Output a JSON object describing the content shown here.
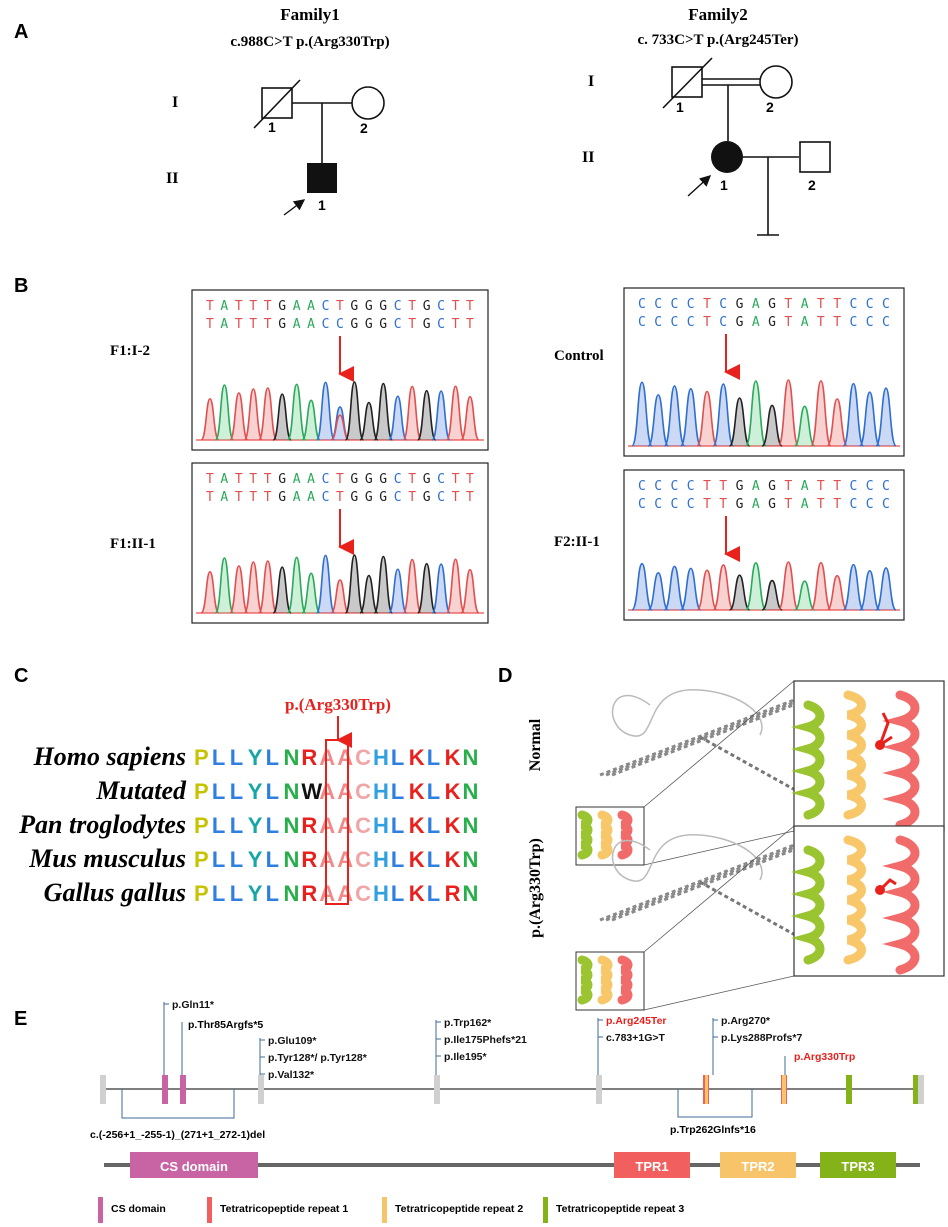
{
  "panel_letters": {
    "a": "A",
    "b": "B",
    "c": "C",
    "d": "D",
    "e": "E"
  },
  "panel_a": {
    "family1": {
      "title": "Family1",
      "variant": "c.988C>T  p.(Arg330Trp)",
      "gen1": "I",
      "gen2": "II",
      "i1": "1",
      "i2": "2",
      "ii1": "1"
    },
    "family2": {
      "title": "Family2",
      "variant": "c. 733C>T  p.(Arg245Ter)",
      "gen1": "I",
      "gen2": "II",
      "i1": "1",
      "i2": "2",
      "ii1": "1",
      "ii2": "2"
    }
  },
  "panel_b": {
    "f1_i2": {
      "label": "F1:I-2",
      "seq1": "TATTTGAACTGGGCTGCTT",
      "seq2": "TATTTGAACCGGGCTGCTT"
    },
    "f1_ii1": {
      "label": "F1:II-1",
      "seq1": "TATTTGAACTGGGCTGCTT",
      "seq2": "TATTTGAACTGGGCTGCTT"
    },
    "control": {
      "label": "Control",
      "seq1": "CCCCTCGAGTATTCCC",
      "seq2": "CCCCTCGAGTATTCCC"
    },
    "f2_ii1": {
      "label": "F2:II-1",
      "seq1": "CCCCTTGAGTATTCCC",
      "seq2": "CCCCTTGAGTATTCCC"
    }
  },
  "panel_c": {
    "variant_label": "p.(Arg330Trp)",
    "rows": [
      {
        "species": "Homo sapiens",
        "seq": "PLLYLNRAACHLKLKN"
      },
      {
        "species": "Mutated",
        "seq": "PLLYLNWAACHLKLKN"
      },
      {
        "species": "Pan troglodytes",
        "seq": "PLLYLNRAACHLKLKN"
      },
      {
        "species": "Mus musculus",
        "seq": "PLLYLNRAACHLKLKN"
      },
      {
        "species": "Gallus gallus",
        "seq": "PLLYLNRAACHLKLRN"
      }
    ]
  },
  "panel_d": {
    "normal": "Normal",
    "mutant": "p.(Arg330Trp)"
  },
  "panel_e": {
    "variants": {
      "gln11": "p.Gln11*",
      "thr85": "p.Thr85Argfs*5",
      "glu109": "p.Glu109*",
      "tyr128": "p.Tyr128*/ p.Tyr128*",
      "val132": "p.Val132*",
      "trp162": "p.Trp162*",
      "ile175": "p.Ile175Phefs*21",
      "ile195": "p.Ile195*",
      "arg245": "p.Arg245Ter",
      "c783": "c.783+1G>T",
      "arg270": "p.Arg270*",
      "lys288": "p.Lys288Profs*7",
      "arg330": "p.Arg330Trp",
      "del": "c.(-256+1_-255-1)_(271+1_272-1)del",
      "trp262": "p.Trp262Glnfs*16"
    },
    "domains": {
      "cs": "CS domain",
      "tpr1": "TPR1",
      "tpr2": "TPR2",
      "tpr3": "TPR3"
    },
    "legend": {
      "cs": "CS domain",
      "tpr1": "Tetratricopeptide repeat 1",
      "tpr2": "Tetratricopeptide repeat 2",
      "tpr3": "Tetratricopeptide repeat 3"
    },
    "colors": {
      "cs": "#C964A4",
      "tpr1": "#F1605F",
      "tpr2": "#F7C46A",
      "tpr3": "#84B319",
      "highlight": "#E8211D"
    }
  }
}
